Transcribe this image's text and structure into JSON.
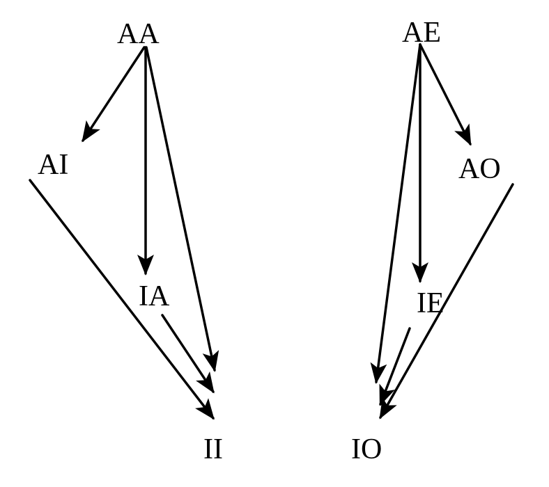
{
  "diagram": {
    "nodes": [
      {
        "id": "AA",
        "label": "AA"
      },
      {
        "id": "AE",
        "label": "AE"
      },
      {
        "id": "AI",
        "label": "AI"
      },
      {
        "id": "AO",
        "label": "AO"
      },
      {
        "id": "IA",
        "label": "IA"
      },
      {
        "id": "IE",
        "label": "IE"
      },
      {
        "id": "II",
        "label": "II"
      },
      {
        "id": "IO",
        "label": "IO"
      }
    ],
    "edges": [
      {
        "from": "AA",
        "to": "AI"
      },
      {
        "from": "AA",
        "to": "IA"
      },
      {
        "from": "AA",
        "to": "II"
      },
      {
        "from": "AI",
        "to": "II"
      },
      {
        "from": "IA",
        "to": "II"
      },
      {
        "from": "AE",
        "to": "AO"
      },
      {
        "from": "AE",
        "to": "IE"
      },
      {
        "from": "AE",
        "to": "IO"
      },
      {
        "from": "AO",
        "to": "IO"
      },
      {
        "from": "IE",
        "to": "IO"
      }
    ],
    "colors": {
      "stroke": "#000000",
      "text": "#000000",
      "background": "#ffffff"
    }
  }
}
